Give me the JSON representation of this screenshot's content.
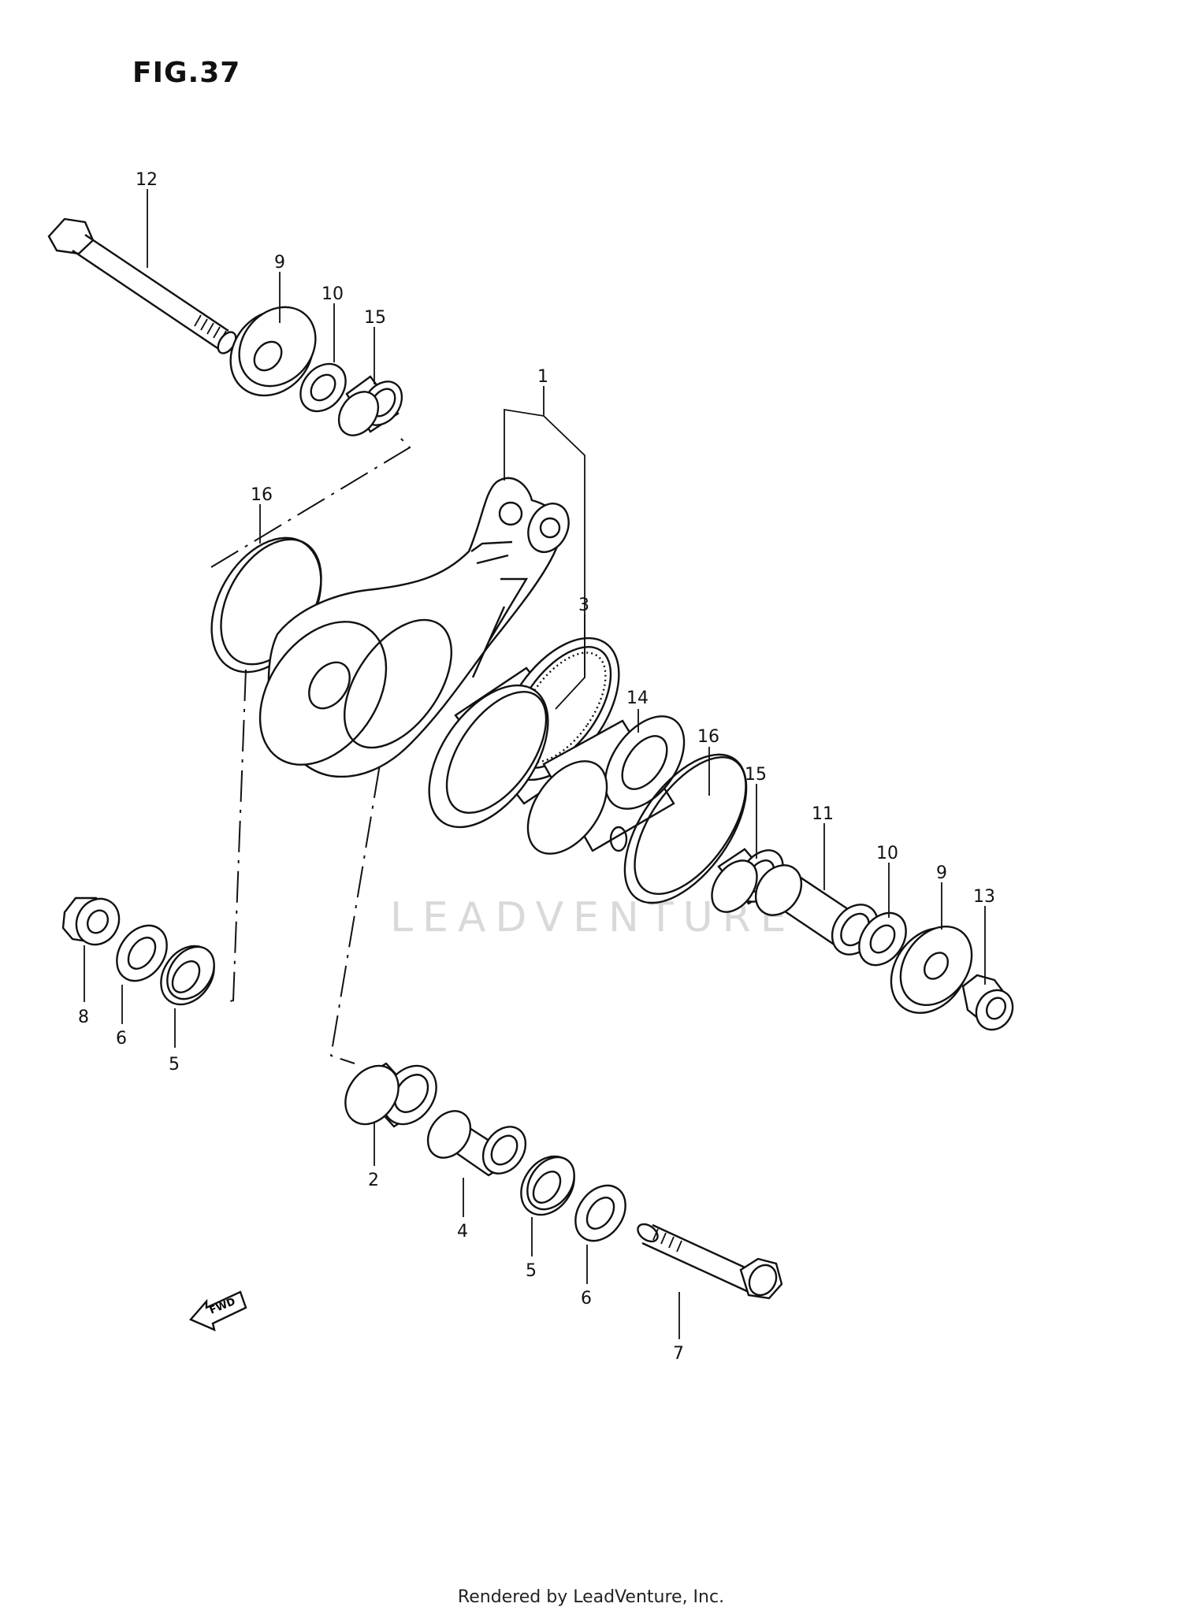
{
  "figure_title": "FIG.37",
  "footer_text": "Rendered by LeadVenture, Inc.",
  "watermark_text": "LEADVENTURE",
  "direction_label": "FWD",
  "callouts": [
    "1",
    "2",
    "3",
    "4",
    "5",
    "5",
    "6",
    "6",
    "7",
    "8",
    "9",
    "9",
    "10",
    "10",
    "11",
    "12",
    "13",
    "14",
    "15",
    "15",
    "16",
    "16"
  ],
  "colors": {
    "line": "#111111",
    "background": "#ffffff",
    "watermark": "#d9d9d9"
  }
}
